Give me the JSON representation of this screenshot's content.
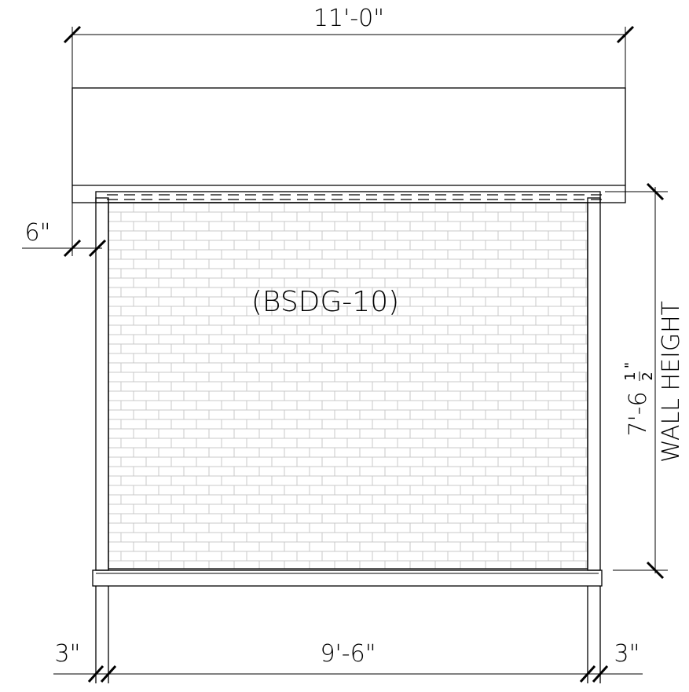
{
  "dimensions": {
    "top_width": "11'-0\"",
    "inner_width": "9'-6\"",
    "left_jamb": "3\"",
    "right_jamb": "3\"",
    "left_offset": "6\"",
    "height_main": "7'-6",
    "height_frac_num": "1",
    "height_frac_den": "2",
    "height_inch_mark": "\"",
    "height_label": "WALL HEIGHT"
  },
  "tag": "(BSDG-10)",
  "colors": {
    "line": "#000000",
    "brick": "#c8c8c8",
    "background": "#ffffff"
  }
}
